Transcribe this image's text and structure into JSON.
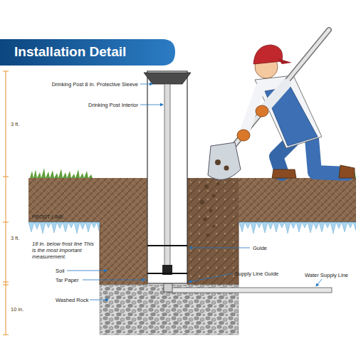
{
  "diagram": {
    "title": "Installation Detail",
    "labels": [
      "Drinking Post 8 in. Protective Sleeve",
      "Drinking Post Interior",
      "3 ft.",
      "FROST LINE",
      "3 ft.",
      "18 in. below frost line This is the most important measurement.",
      "Soil",
      "Tar Paper",
      "Washed Rock",
      "10 in.",
      "Guide",
      "Supply Line Guide",
      "Water Supply Line"
    ]
  }
}
